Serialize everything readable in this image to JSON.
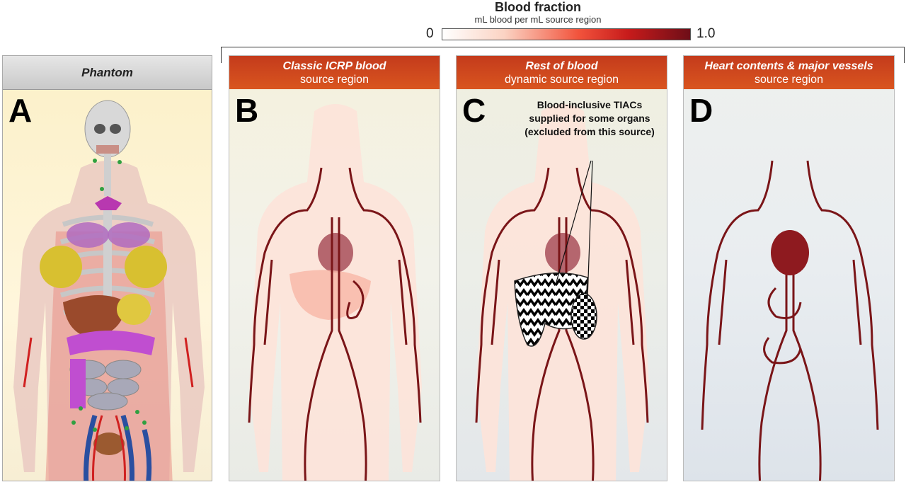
{
  "colorbar": {
    "title": "Blood fraction",
    "subtitle": "mL blood per mL source region",
    "min_label": "0",
    "max_label": "1.0",
    "colors": [
      "#ffffff",
      "#fbd3c3",
      "#f2533c",
      "#c71b1b",
      "#6e0e18"
    ]
  },
  "panels": {
    "a": {
      "letter": "A",
      "title": "Phantom"
    },
    "b": {
      "letter": "B",
      "title": "Classic ICRP blood",
      "subtitle": "source region"
    },
    "c": {
      "letter": "C",
      "title": "Rest of blood",
      "subtitle": "dynamic source region",
      "annotation": [
        "Blood-inclusive TIACs",
        "supplied  for some organs",
        "(excluded from this source)"
      ]
    },
    "d": {
      "letter": "D",
      "title": "Heart contents & major vessels",
      "subtitle": "source region"
    }
  },
  "colors": {
    "header_red": "#c9431d",
    "vessel": "#7a1518",
    "header_gray": "#d2d2d2"
  }
}
